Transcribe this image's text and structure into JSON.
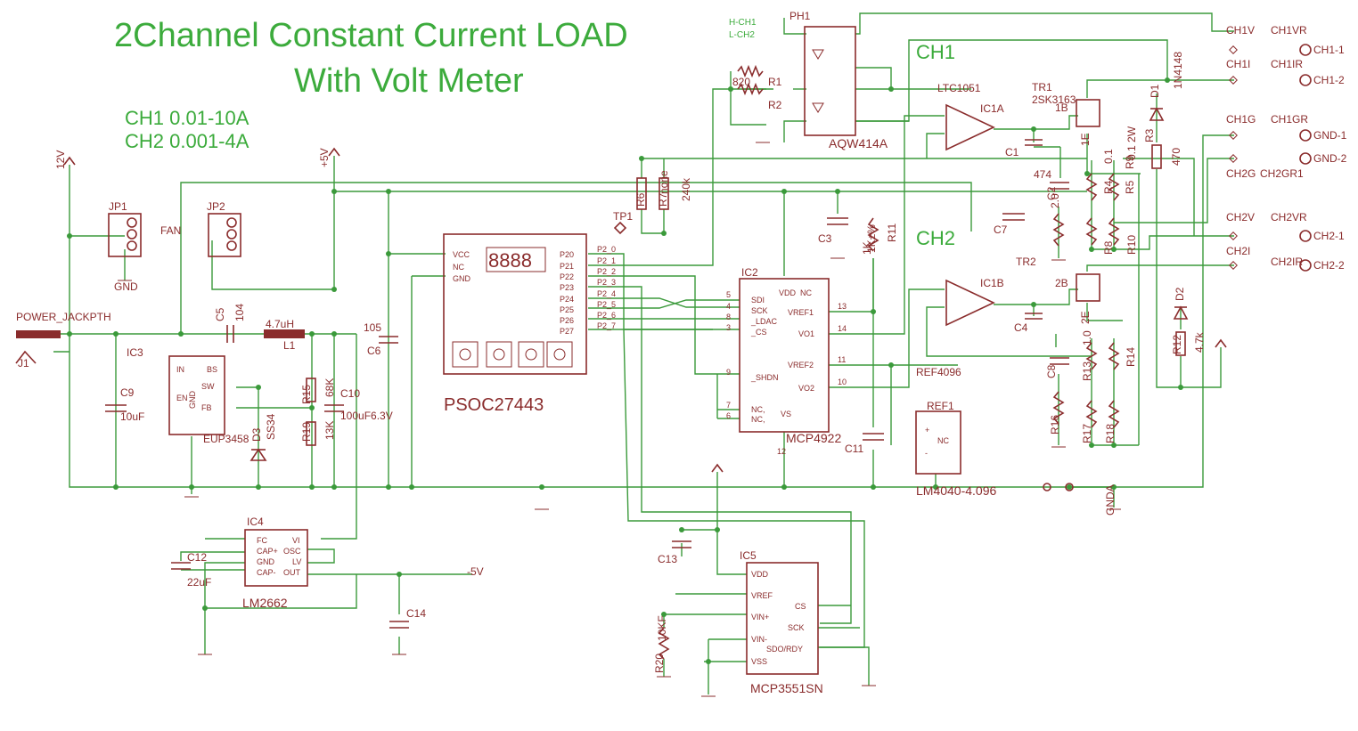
{
  "title": {
    "line1": "2Channel Constant Current LOAD",
    "line2": "With Volt Meter",
    "spec1": "CH1 0.01-10A",
    "spec2": "CH2 0.001-4A",
    "ch1": "CH1",
    "ch2": "CH2",
    "hch1": "H-CH1",
    "lch2": "L-CH2"
  },
  "colors": {
    "wire": "#3b9a3b",
    "part": "#8a2c2c",
    "title": "#3cab3c"
  },
  "labels": [
    {
      "text": "12V"
    },
    {
      "text": "+5V"
    },
    {
      "text": "JP1"
    },
    {
      "text": "JP2"
    },
    {
      "text": "FAN"
    },
    {
      "text": "GND"
    },
    {
      "text": "POWER_JACKPTH"
    },
    {
      "text": "J1"
    },
    {
      "text": "IC3"
    },
    {
      "text": "C9"
    },
    {
      "text": "10uF"
    },
    {
      "text": "EUP3458"
    },
    {
      "text": "C5"
    },
    {
      "text": "104"
    },
    {
      "text": "4.7uH"
    },
    {
      "text": "L1"
    },
    {
      "text": "R15"
    },
    {
      "text": "68K"
    },
    {
      "text": "R19"
    },
    {
      "text": "13K"
    },
    {
      "text": "D3"
    },
    {
      "text": "SS34"
    },
    {
      "text": "C10"
    },
    {
      "text": "100uF6.3V"
    },
    {
      "text": "105"
    },
    {
      "text": "C6"
    },
    {
      "text": "8888"
    },
    {
      "text": "PSOC27443"
    },
    {
      "text": "TP1"
    },
    {
      "text": "R6"
    },
    {
      "text": "R7"
    },
    {
      "text": "240k"
    },
    {
      "text": "none"
    },
    {
      "text": "IC2"
    },
    {
      "text": "MCP4922"
    },
    {
      "text": "C3"
    },
    {
      "text": "R11"
    },
    {
      "text": "1K"
    },
    {
      "text": "C11"
    },
    {
      "text": "REF1"
    },
    {
      "text": "LM4040-4.096"
    },
    {
      "text": "REF4096"
    },
    {
      "text": "PH1"
    },
    {
      "text": "AQW414A"
    },
    {
      "text": "R1"
    },
    {
      "text": "R2"
    },
    {
      "text": "820"
    },
    {
      "text": "LTC1051"
    },
    {
      "text": "IC1A"
    },
    {
      "text": "IC1B"
    },
    {
      "text": "C1"
    },
    {
      "text": "C7"
    },
    {
      "text": "C2"
    },
    {
      "text": "C4"
    },
    {
      "text": "C8"
    },
    {
      "text": "474"
    },
    {
      "text": "TR1"
    },
    {
      "text": "TR2"
    },
    {
      "text": "2SK3163"
    },
    {
      "text": "1B"
    },
    {
      "text": "1E"
    },
    {
      "text": "2B"
    },
    {
      "text": "2E"
    },
    {
      "text": "R4"
    },
    {
      "text": "R5"
    },
    {
      "text": "R8"
    },
    {
      "text": "R9"
    },
    {
      "text": "R10"
    },
    {
      "text": "R13"
    },
    {
      "text": "R14"
    },
    {
      "text": "R16"
    },
    {
      "text": "R17"
    },
    {
      "text": "R18"
    },
    {
      "text": "0.1 2W"
    },
    {
      "text": "0.1"
    },
    {
      "text": "1.0"
    },
    {
      "text": "2.0"
    },
    {
      "text": "D1"
    },
    {
      "text": "D2"
    },
    {
      "text": "1N4148"
    },
    {
      "text": "R3"
    },
    {
      "text": "470"
    },
    {
      "text": "R12"
    },
    {
      "text": "4.7k"
    },
    {
      "text": "GNDA"
    },
    {
      "text": "IC4"
    },
    {
      "text": "LM2662"
    },
    {
      "text": "C12"
    },
    {
      "text": "22uF"
    },
    {
      "text": "C14"
    },
    {
      "text": "IC5"
    },
    {
      "text": "MCP3551SN"
    },
    {
      "text": "C13"
    },
    {
      "text": "R20"
    },
    {
      "text": "10KF"
    },
    {
      "text": "-5V"
    },
    {
      "text": "CH1V"
    },
    {
      "text": "CH1VR"
    },
    {
      "text": "CH1I"
    },
    {
      "text": "CH1IR"
    },
    {
      "text": "CH1G"
    },
    {
      "text": "CH1GR"
    },
    {
      "text": "CH2G"
    },
    {
      "text": "CH2GR1"
    },
    {
      "text": "CH2V"
    },
    {
      "text": "CH2VR"
    },
    {
      "text": "CH2I"
    },
    {
      "text": "CH2IR"
    },
    {
      "text": "CH1-1"
    },
    {
      "text": "CH1-2"
    },
    {
      "text": "GND-1"
    },
    {
      "text": "GND-2"
    },
    {
      "text": "CH2-1"
    },
    {
      "text": "CH2-2"
    },
    {
      "text": "1K±%"
    }
  ],
  "psoc_pins_left": [
    "VCC",
    "NC",
    "GND"
  ],
  "psoc_pins_right": [
    "P20",
    "P21",
    "P22",
    "P23",
    "P24",
    "P25",
    "P26",
    "P27"
  ],
  "psoc_nets": [
    "P2_0",
    "P2_1",
    "P2_2",
    "P2_3",
    "P2_4",
    "P2_5",
    "P2_6",
    "P2_7"
  ],
  "mcp4922_pins": [
    "SDI",
    "SCK",
    "_LDAC",
    "_CS",
    "_SHDN",
    "NC,",
    "NC,",
    "VDD",
    "NC",
    "VREF1",
    "VO1",
    "VREF2",
    "VO2",
    "VS"
  ],
  "mcp4922_nums": [
    "5",
    "4",
    "8",
    "3",
    "9",
    "7",
    "6",
    "13",
    "14",
    "11",
    "10",
    "12"
  ],
  "eup_pins": [
    "IN",
    "BS",
    "SW",
    "EN",
    "FB",
    "GND"
  ],
  "lm2662_pins": [
    "FC",
    "CAP+",
    "GND",
    "CAP-",
    "VI",
    "OSC",
    "LV",
    "OUT"
  ],
  "mcp3551_pins": [
    "VDD",
    "VREF",
    "VIN+",
    "VIN-",
    "VSS",
    "CS",
    "SCK",
    "SDO/RDY"
  ],
  "lm4040_pins": [
    "+",
    "-",
    "NC"
  ]
}
